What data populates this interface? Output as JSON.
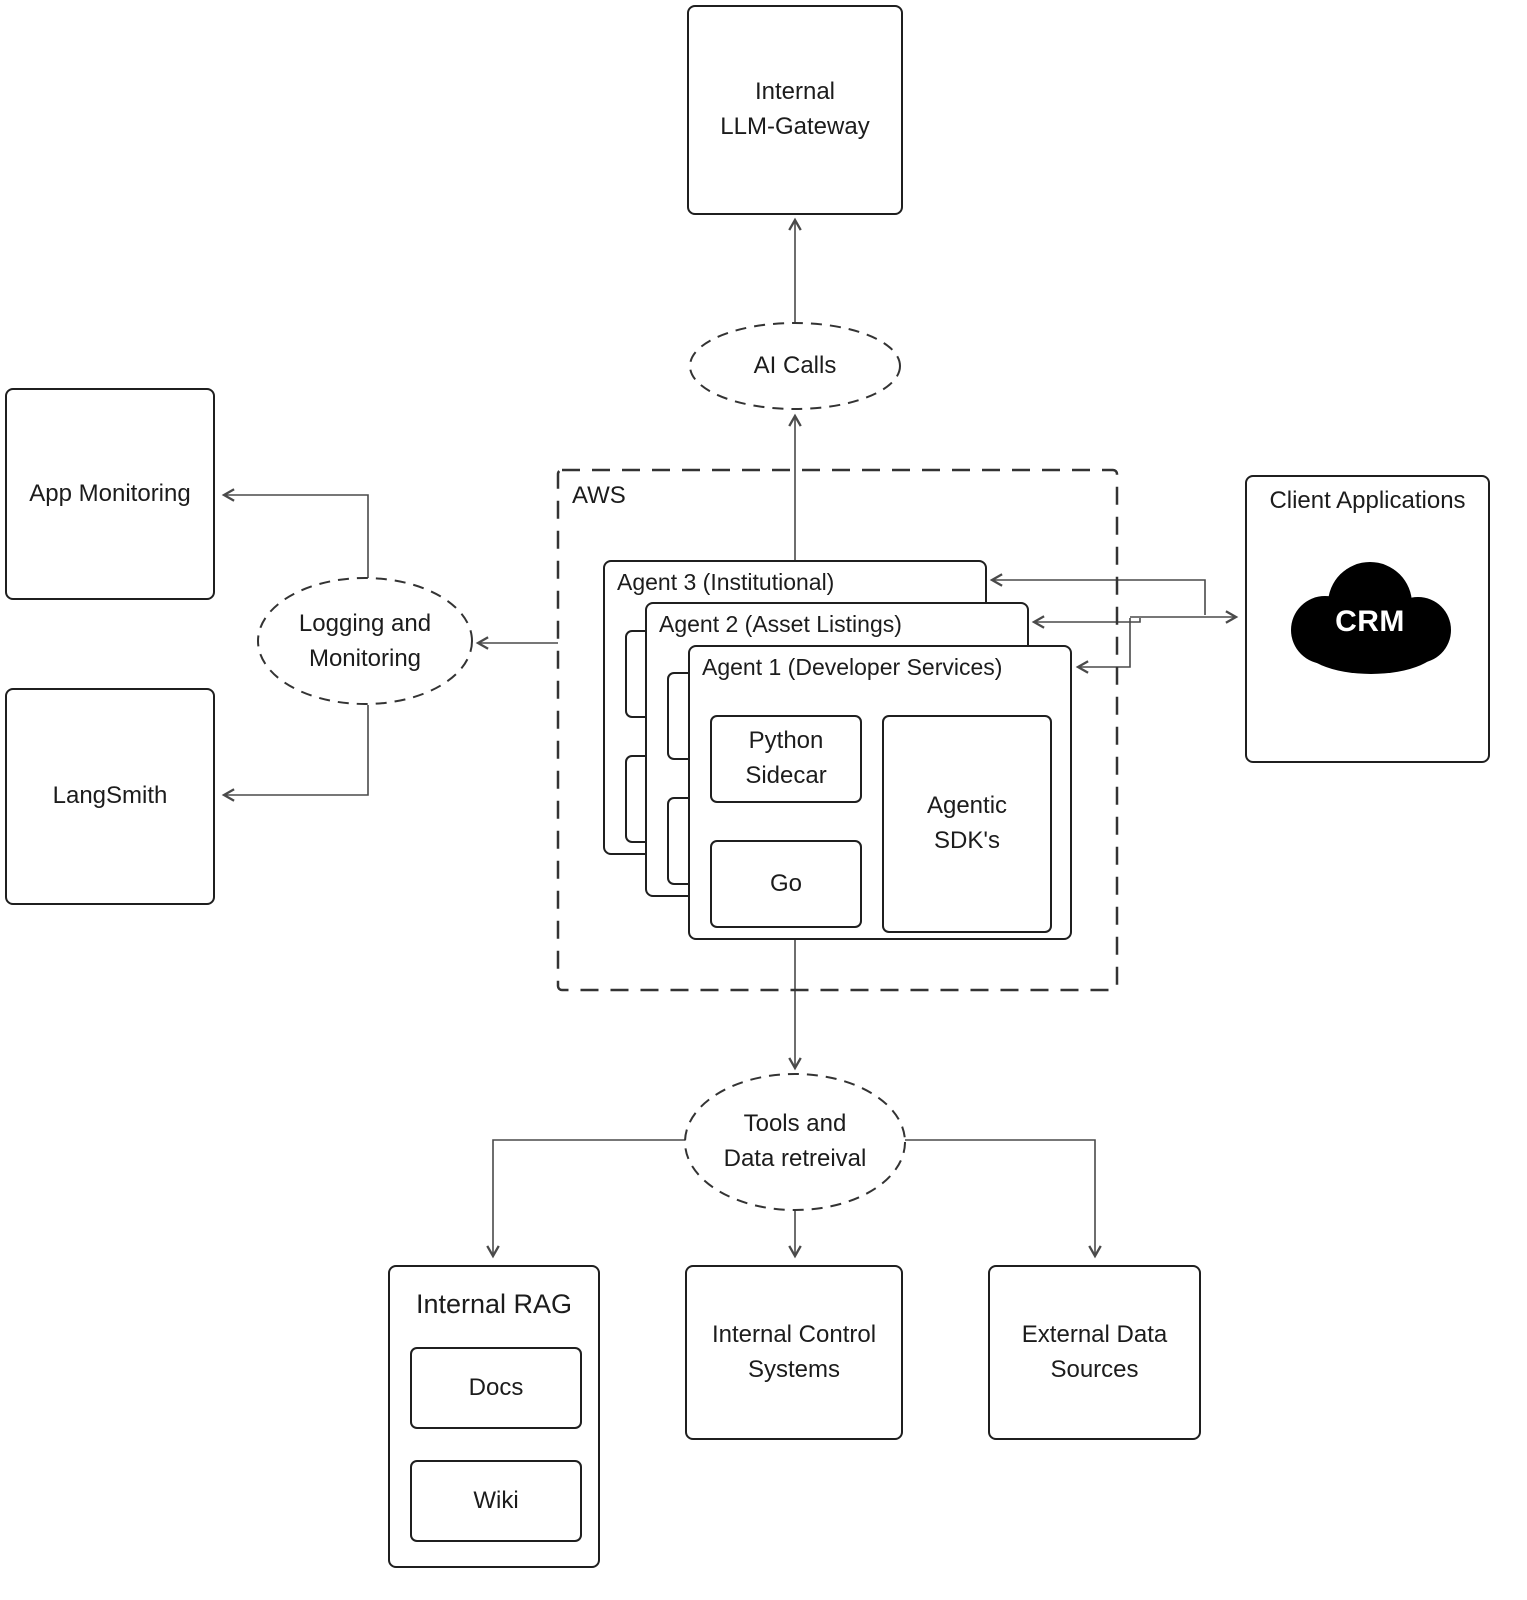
{
  "colors": {
    "background": "#ffffff",
    "box_stroke": "#1f1f1f",
    "dashed_stroke": "#333333",
    "connector": "#4a4a4a",
    "text": "#1c1c1c",
    "cloud": "#000000",
    "cloud_text": "#ffffff"
  },
  "nodes": {
    "llm_gateway": {
      "line1": "Internal",
      "line2": "LLM-Gateway"
    },
    "ai_calls": {
      "label": "AI Calls"
    },
    "aws": {
      "label": "AWS"
    },
    "agent3": {
      "label": "Agent 3 (Institutional)"
    },
    "agent2": {
      "label": "Agent 2 (Asset Listings)"
    },
    "agent1": {
      "label": "Agent 1 (Developer Services)"
    },
    "python_sidecar": {
      "line1": "Python",
      "line2": "Sidecar"
    },
    "go": {
      "label": "Go"
    },
    "agentic_sdks": {
      "line1": "Agentic",
      "line2": "SDK's"
    },
    "app_monitoring": {
      "label": "App Monitoring"
    },
    "langsmith": {
      "label": "LangSmith"
    },
    "logging_monitoring": {
      "line1": "Logging and",
      "line2": "Monitoring"
    },
    "client_applications": {
      "label": "Client Applications",
      "cloud_label": "CRM"
    },
    "tools_data_retrieval": {
      "line1": "Tools and",
      "line2": "Data retreival"
    },
    "internal_rag": {
      "label": "Internal RAG",
      "docs": "Docs",
      "wiki": "Wiki"
    },
    "internal_control_systems": {
      "line1": "Internal Control",
      "line2": "Systems"
    },
    "external_data_sources": {
      "line1": "External Data",
      "line2": "Sources"
    }
  },
  "edges": [
    {
      "from": "ai_calls",
      "to": "llm_gateway"
    },
    {
      "from": "agent_stack",
      "to": "ai_calls"
    },
    {
      "from": "aws",
      "to": "logging_monitoring"
    },
    {
      "from": "logging_monitoring",
      "to": "app_monitoring"
    },
    {
      "from": "logging_monitoring",
      "to": "langsmith"
    },
    {
      "from": "client_applications",
      "to": "agent3"
    },
    {
      "from": "client_applications",
      "to": "agent2"
    },
    {
      "from": "client_applications",
      "to": "agent1"
    },
    {
      "from": "agent_stack",
      "to": "client_applications"
    },
    {
      "from": "agent1",
      "to": "tools_data_retrieval"
    },
    {
      "from": "tools_data_retrieval",
      "to": "internal_rag"
    },
    {
      "from": "tools_data_retrieval",
      "to": "internal_control_systems"
    },
    {
      "from": "tools_data_retrieval",
      "to": "external_data_sources"
    }
  ]
}
